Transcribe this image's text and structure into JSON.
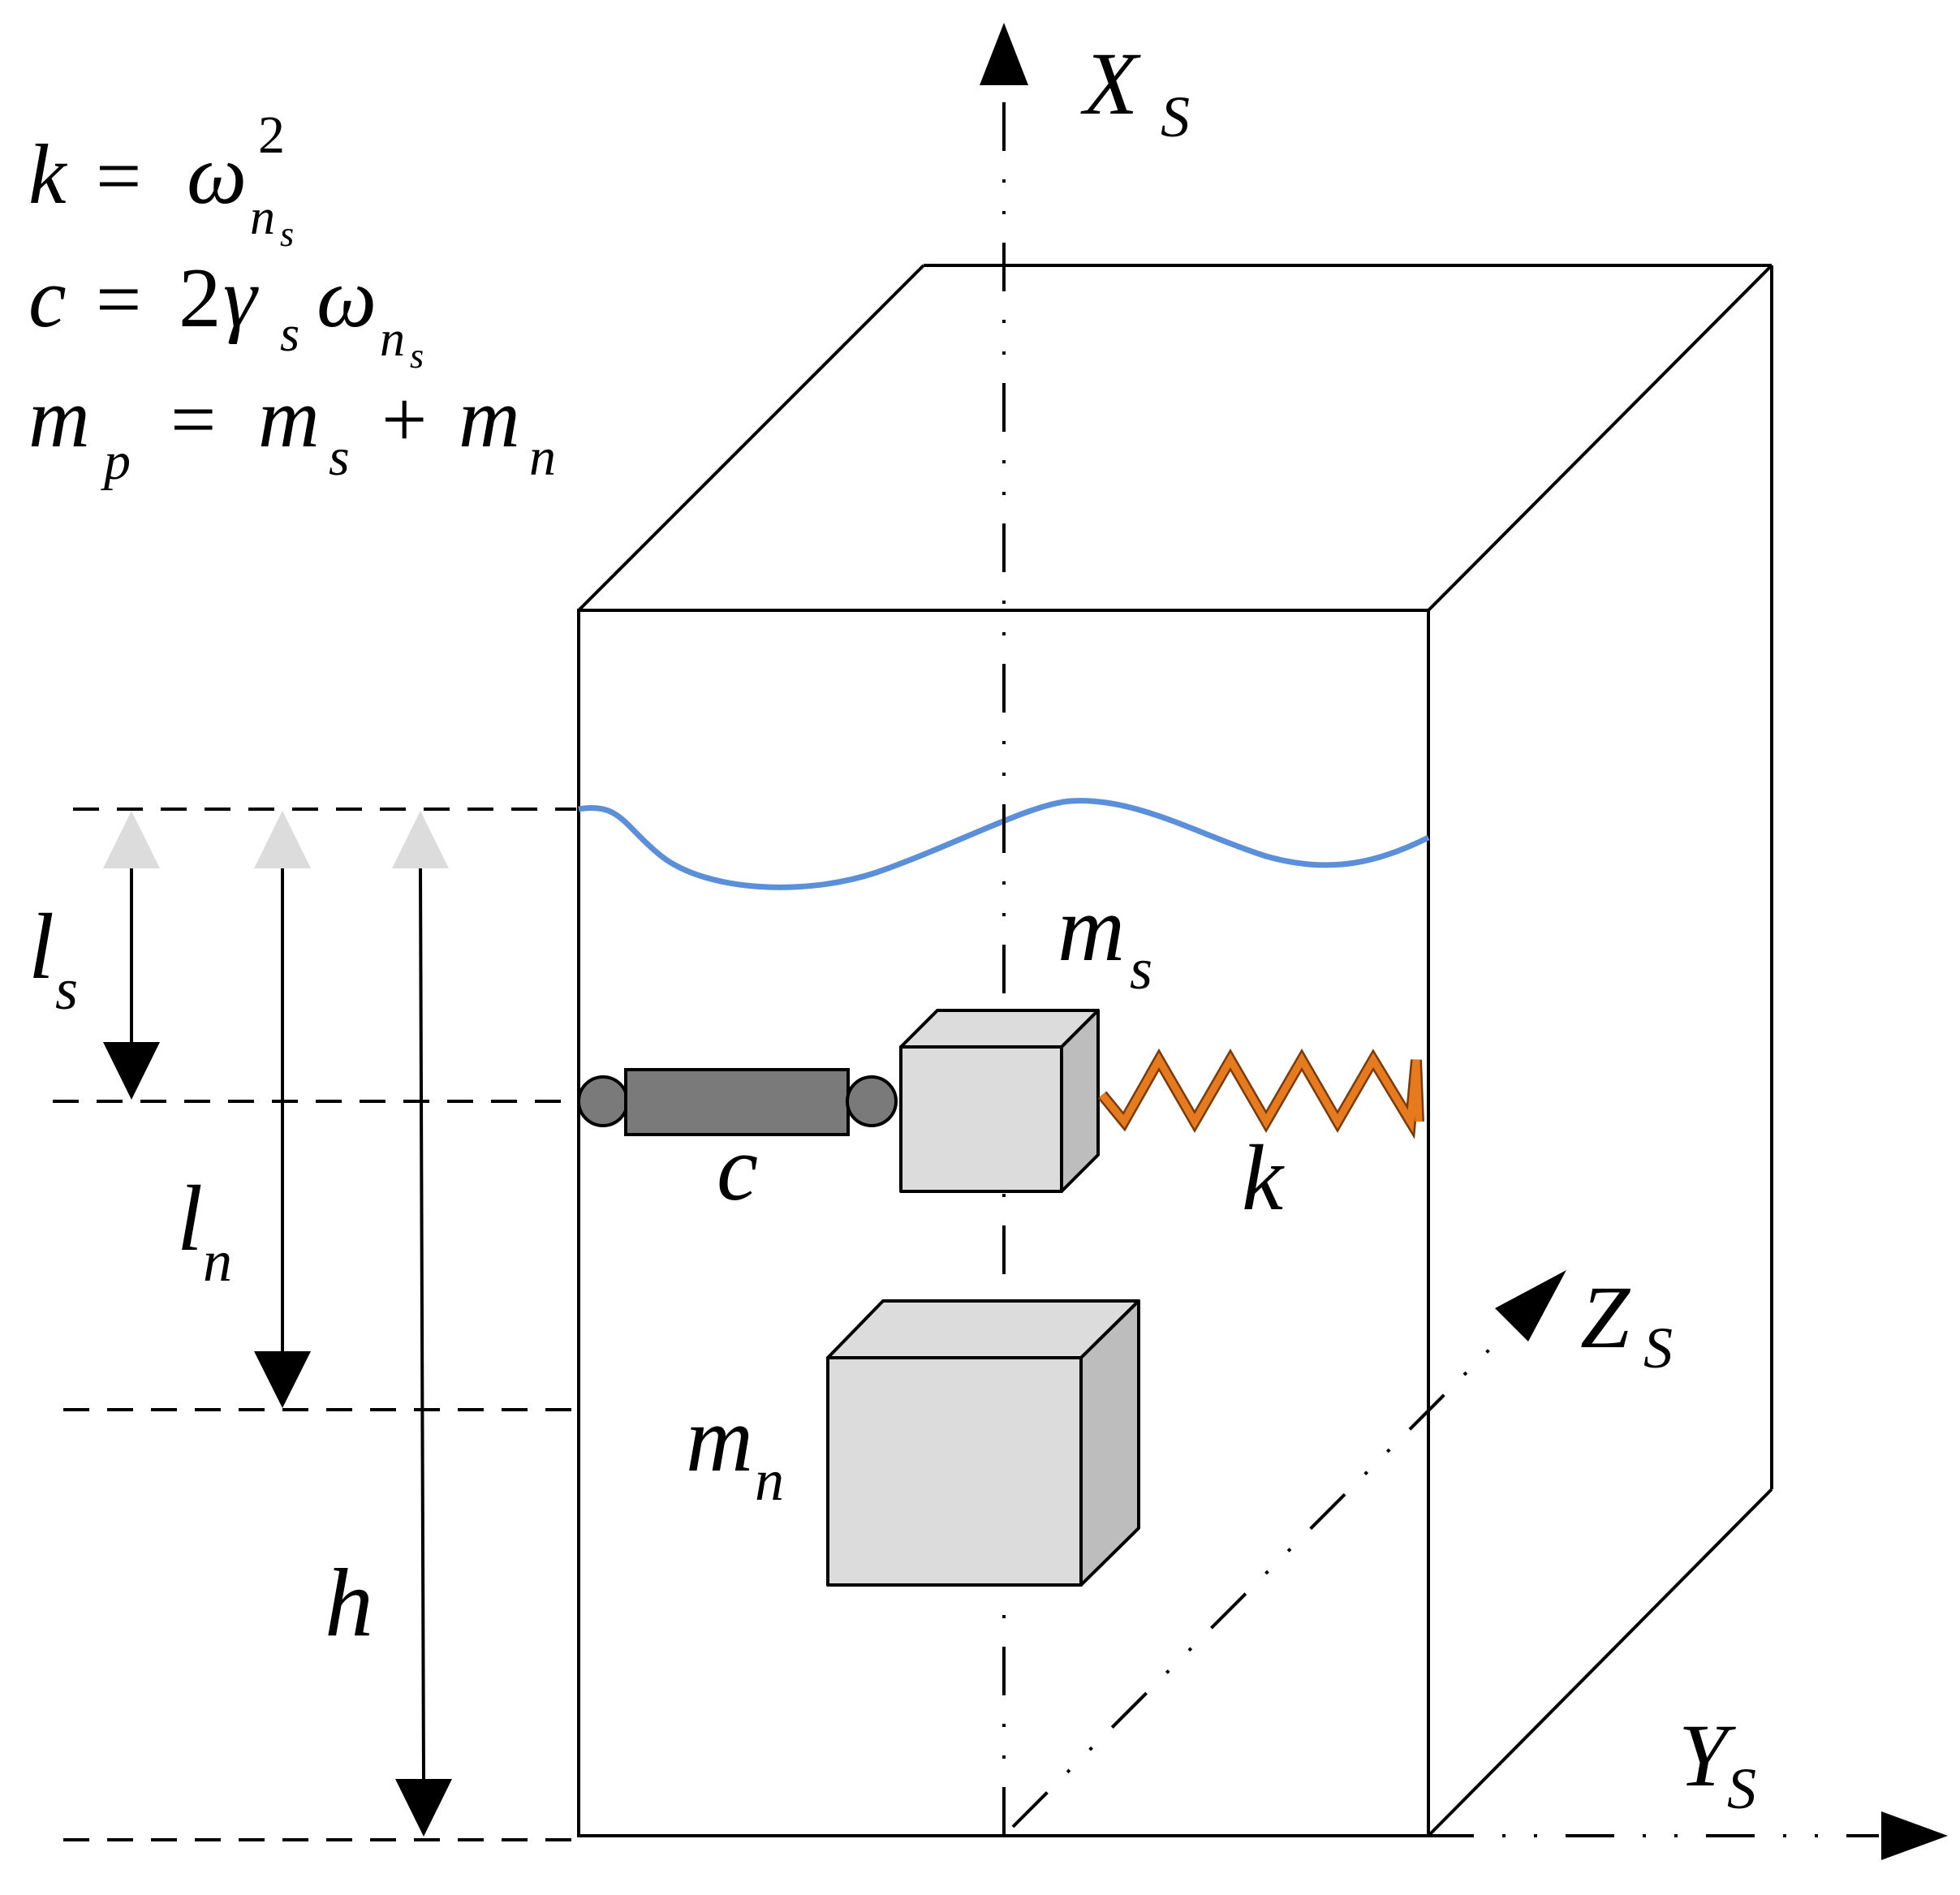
{
  "equations": {
    "eq1": {
      "lhs": "k",
      "op": "=",
      "base": "ω",
      "sup": "2",
      "sub": "n",
      "subsub": "s"
    },
    "eq2": {
      "lhs": "c",
      "op": "=",
      "coef": "2",
      "gamma": "γ",
      "gamma_sub": "s",
      "omega": "ω",
      "omega_sub": "n",
      "omega_subsub": "s"
    },
    "eq3": {
      "lhs": "m",
      "lhs_sub": "p",
      "op": "=",
      "t1": "m",
      "t1_sub": "s",
      "plus": "+",
      "t2": "m",
      "t2_sub": "n"
    }
  },
  "axes": {
    "x": {
      "base": "X",
      "sub": "S"
    },
    "y": {
      "base": "Y",
      "sub": "S"
    },
    "z": {
      "base": "Z",
      "sub": "S"
    }
  },
  "dimensions": {
    "ls": {
      "base": "l",
      "sub": "s"
    },
    "ln": {
      "base": "l",
      "sub": "n"
    },
    "h": {
      "base": "h"
    }
  },
  "components": {
    "sloshing_mass": {
      "base": "m",
      "sub": "s"
    },
    "fixed_mass": {
      "base": "m",
      "sub": "n"
    },
    "damper": {
      "label": "c"
    },
    "spring": {
      "label": "k"
    }
  },
  "colors": {
    "liquid_surface": "#5b8fd9",
    "spring": "#e67a1e",
    "damper_body": "#7a7a7a",
    "mass_front": "#dcdcdc",
    "mass_side": "#bdbdbd",
    "outline": "#000000"
  }
}
